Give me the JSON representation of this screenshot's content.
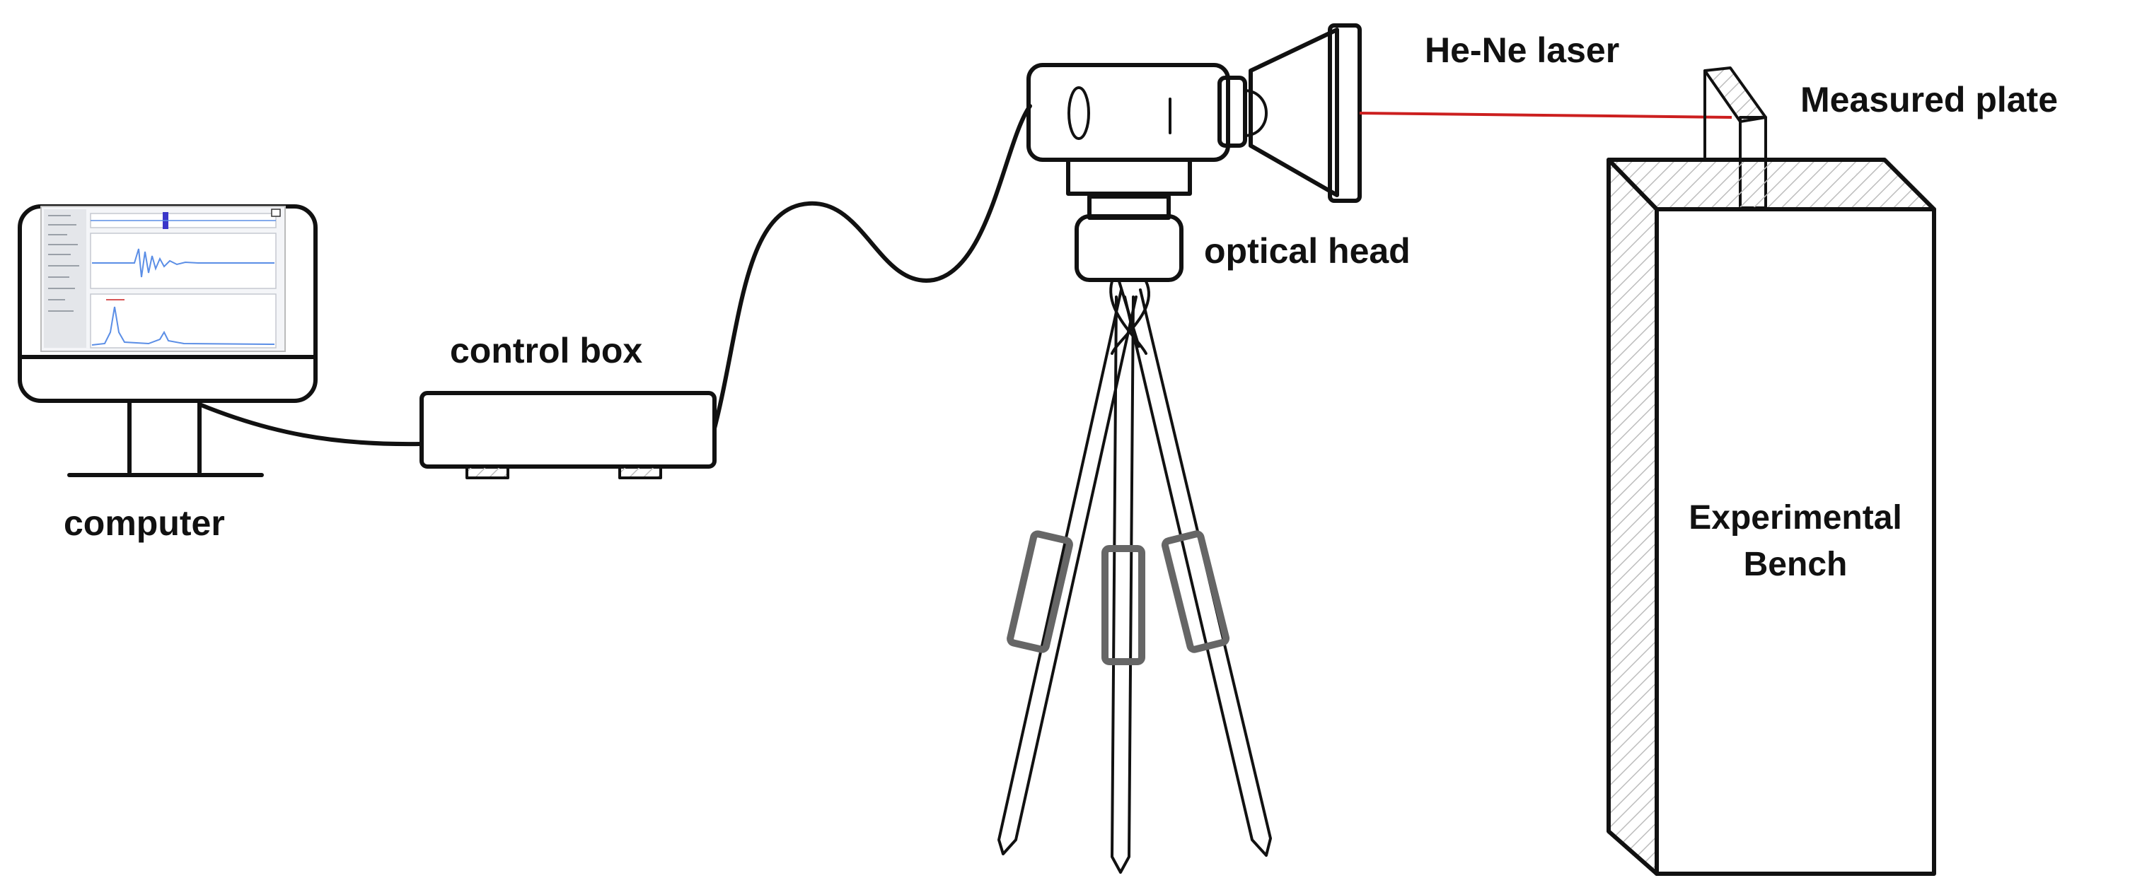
{
  "labels": {
    "computer": "computer",
    "control_box": "control box",
    "optical_head": "optical head",
    "laser": "He-Ne laser",
    "measured_plate": "Measured plate",
    "bench_line1": "Experimental",
    "bench_line2": "Bench"
  },
  "colors": {
    "ink": "#111111",
    "laser_beam": "#cc1f1f",
    "screen_plot": "#5b8ee6",
    "screen_highlight": "#3a36c9",
    "clamp": "#666666",
    "hatch": "#bdbdbd"
  }
}
